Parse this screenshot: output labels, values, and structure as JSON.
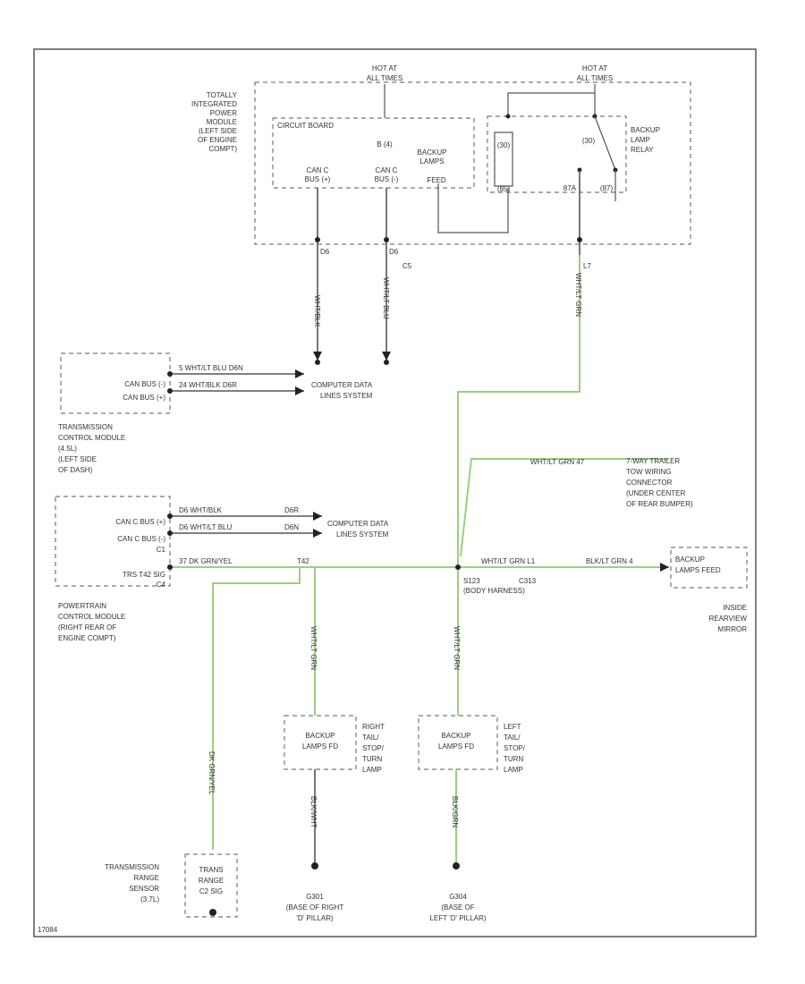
{
  "footer_code": "17084",
  "colors": {
    "wire_highlight": "#9ccf7f",
    "wire": "#555555",
    "frame": "#555555"
  },
  "hot_at_left": [
    "HOT AT",
    "ALL TIMES"
  ],
  "hot_at_right": [
    "HOT AT",
    "ALL TIMES"
  ],
  "tipm": [
    "TOTALLY",
    "INTEGRATED",
    "POWER",
    "MODULE",
    "(LEFT SIDE",
    "OF ENGINE",
    "COMPT)"
  ],
  "circuit_board": "CIRCUIT BOARD",
  "fuse": "B (4)",
  "can_c_bus_h": [
    "CAN C",
    "BUS (+)"
  ],
  "can_c_bus_l": [
    "CAN C",
    "BUS (-)"
  ],
  "backup_lamps_tipm": [
    "BACKUP",
    "LAMPS",
    "FEED"
  ],
  "backup_lamp_relay": [
    "BACKUP",
    "LAMP",
    "RELAY"
  ],
  "relay_coil": "(30)",
  "relay_gnd": "(85)",
  "relay_87": "(87)",
  "relay_87a": "87A",
  "relay_30": "(30)",
  "tipm_pin_1": "D6",
  "tipm_pin_2": "D6",
  "tipm_pin_3": "C5",
  "tipm_pin_4": "L7",
  "wire_1": "WHT/BLK",
  "wire_2": "WHT/LT BLU",
  "wire_3": "WHT/LT GRN",
  "tcm_bus_1": "CAN BUS (-)",
  "tcm_bus_2": "CAN BUS (+)",
  "tcm_wire_1": "5 WHT/LT BLU D6N",
  "tcm_wire_2": "24 WHT/BLK D6R",
  "computer_data_1": [
    "COMPUTER DATA",
    "LINES SYSTEM"
  ],
  "tcm_label": [
    "TRANSMISSION",
    "CONTROL MODULE",
    "(4.5L)",
    "(LEFT SIDE",
    "OF DASH)"
  ],
  "pcm_bus_1": "CAN C BUS (+)",
  "pcm_bus_2": "CAN C BUS (-)",
  "pcm_c1": "C1",
  "pcm_wire_1": "D6 WHT/BLK",
  "pcm_wire_2": "D6 WHT/LT BLU",
  "pcm_wire_1_end": "D6R",
  "pcm_wire_2_end": "D6N",
  "computer_data_2": [
    "COMPUTER DATA",
    "LINES SYSTEM"
  ],
  "trs_signal": "TRS T42 SIG",
  "pcm_wire_3": "37 DK GRN/YEL",
  "pcm_wire_3_end": "T42",
  "pcm_c4": "C4",
  "pcm_label": [
    "POWERTRAIN",
    "CONTROL MODULE",
    "(RIGHT REAR OF",
    "ENGINE COMPT)"
  ],
  "trailer_wire": "WHT/LT GRN 47",
  "trailer_label": [
    "7-WAY TRAILER",
    "TOW WIRING",
    "CONNECTOR",
    "(UNDER CENTER",
    "OF REAR BUMPER)"
  ],
  "backup_wire": "WHT/LT GRN L1",
  "backup_wire_2": "BLK/LT GRN 4",
  "splice": "S123",
  "splice_note": "(BODY HARNESS)",
  "connector": "C313",
  "inside_mirror_box": [
    "BACKUP",
    "LAMPS FEED"
  ],
  "inside_mirror_label": [
    "INSIDE",
    "REARVIEW",
    "MIRROR"
  ],
  "vert_wire_right_lamp": "WHT/LT GRN",
  "vert_wire_left_lamp": "WHT/LT GRN",
  "right_lamp_box": [
    "BACKUP",
    "LAMPS FD"
  ],
  "right_lamp_label": [
    "RIGHT",
    "TAIL/",
    "STOP/",
    "TURN",
    "LAMP"
  ],
  "left_lamp_box": [
    "BACKUP",
    "LAMPS FD"
  ],
  "left_lamp_label": [
    "LEFT",
    "TAIL/",
    "STOP/",
    "TURN",
    "LAMP"
  ],
  "ground_wire_right": "BLK/WHT",
  "ground_wire_left": "BLK/GRN",
  "ground_right": [
    "G301",
    "(BASE OF RIGHT",
    "'D' PILLAR)"
  ],
  "ground_left": [
    "G304",
    "(BASE OF",
    "LEFT 'D' PILLAR)"
  ],
  "trs_wire": "DK GRN/YEL",
  "trs_box": [
    "TRANS",
    "RANGE",
    "C2 SIG"
  ],
  "trs_label": [
    "TRANSMISSION",
    "RANGE",
    "SENSOR",
    "(3.7L)"
  ]
}
